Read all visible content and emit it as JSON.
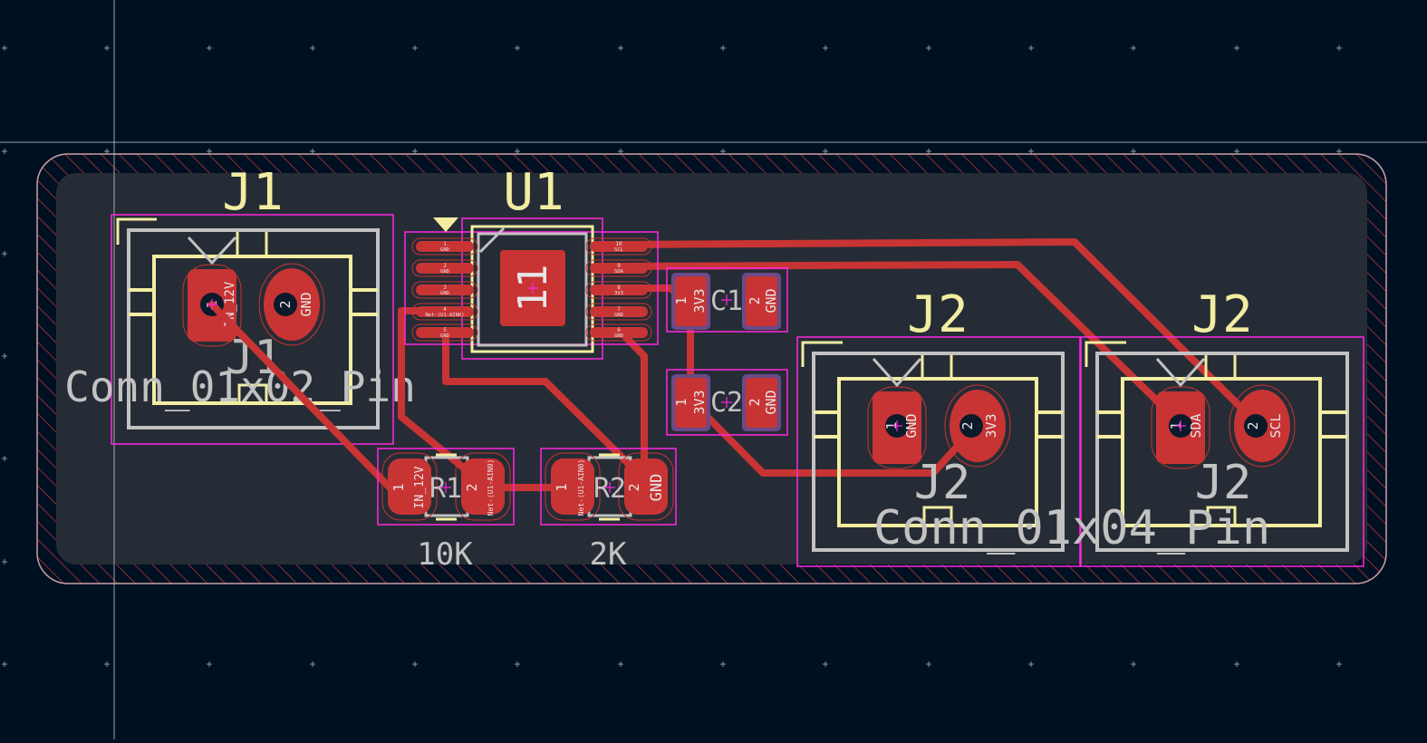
{
  "colors": {
    "background": "#001023",
    "board_fill": "#262c35",
    "edge_cuts": "#c9a0a0",
    "hatch": "#b23434",
    "copper": "#c83434",
    "silkscreen": "#f2eda1",
    "fab_gray": "#c2c2c2",
    "courtyard": "#ff26e2",
    "hole": "#0a1a2a",
    "crosshair": "#c8c8c8",
    "grid": "#8c9aa8"
  },
  "labels": {
    "j1_ref": "J1",
    "j1_value": "Conn_01x02_Pin",
    "u1_ref": "U1",
    "u1_center": "11",
    "c1_ref": "C1",
    "c2_ref": "C2",
    "r1_ref": "R1",
    "r1_value": "10K",
    "r2_ref": "R2",
    "r2_value": "2K",
    "j2_ref": "J2",
    "j2_value": "Conn_01x04_Pin"
  },
  "pads": {
    "j1": [
      {
        "num": "1",
        "net": "IN_12V"
      },
      {
        "num": "2",
        "net": "GND"
      }
    ],
    "j2a": [
      {
        "num": "1",
        "net": "GND"
      },
      {
        "num": "2",
        "net": "3V3"
      }
    ],
    "j2b": [
      {
        "num": "1",
        "net": "SDA"
      },
      {
        "num": "2",
        "net": "SCL"
      }
    ],
    "c1": [
      {
        "num": "1",
        "net": "3V3"
      },
      {
        "num": "2",
        "net": "GND"
      }
    ],
    "c2": [
      {
        "num": "1",
        "net": "3V3"
      },
      {
        "num": "2",
        "net": "GND"
      }
    ],
    "r1": [
      {
        "num": "1",
        "net": "IN_12V"
      },
      {
        "num": "2",
        "net": "Net-(U1-AIN0)"
      }
    ],
    "r2": [
      {
        "num": "1",
        "net": "Net-(U1-AIN0)"
      },
      {
        "num": "2",
        "net": "GND"
      }
    ],
    "u1_left": [
      {
        "num": "1",
        "net": "GND"
      },
      {
        "num": "2",
        "net": "GND"
      },
      {
        "num": "3",
        "net": "GND"
      },
      {
        "num": "4",
        "net": "Net-(U1-AIN0)"
      },
      {
        "num": "5",
        "net": "GND"
      }
    ],
    "u1_right": [
      {
        "num": "10",
        "net": "SCL"
      },
      {
        "num": "9",
        "net": "SDA"
      },
      {
        "num": "8",
        "net": "3V3"
      },
      {
        "num": "7",
        "net": "GND"
      },
      {
        "num": "6",
        "net": "GND"
      }
    ]
  }
}
